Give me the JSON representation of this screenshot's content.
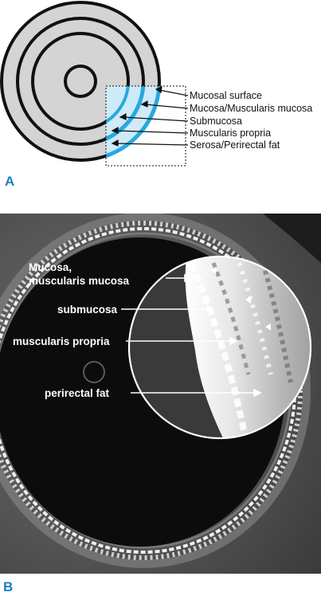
{
  "panels": {
    "a": {
      "letter": "A",
      "labels": [
        "Mucosal surface",
        "Mucosa/Muscularis mucosa",
        "Submucosa",
        "Muscularis propria",
        "Serosa/Perirectal fat"
      ]
    },
    "b": {
      "letter": "B",
      "labels": [
        "Mucosa,",
        "muscularis mucosa",
        "submucosa",
        "muscularis propria",
        "perirectal fat"
      ]
    }
  },
  "colors": {
    "ring_fill": "#d4d4d4",
    "ring_stroke": "#111111",
    "highlight": "#cfeaf9",
    "accent_blue": "#27a9e1",
    "panel_letter": "#1a7fc1"
  }
}
